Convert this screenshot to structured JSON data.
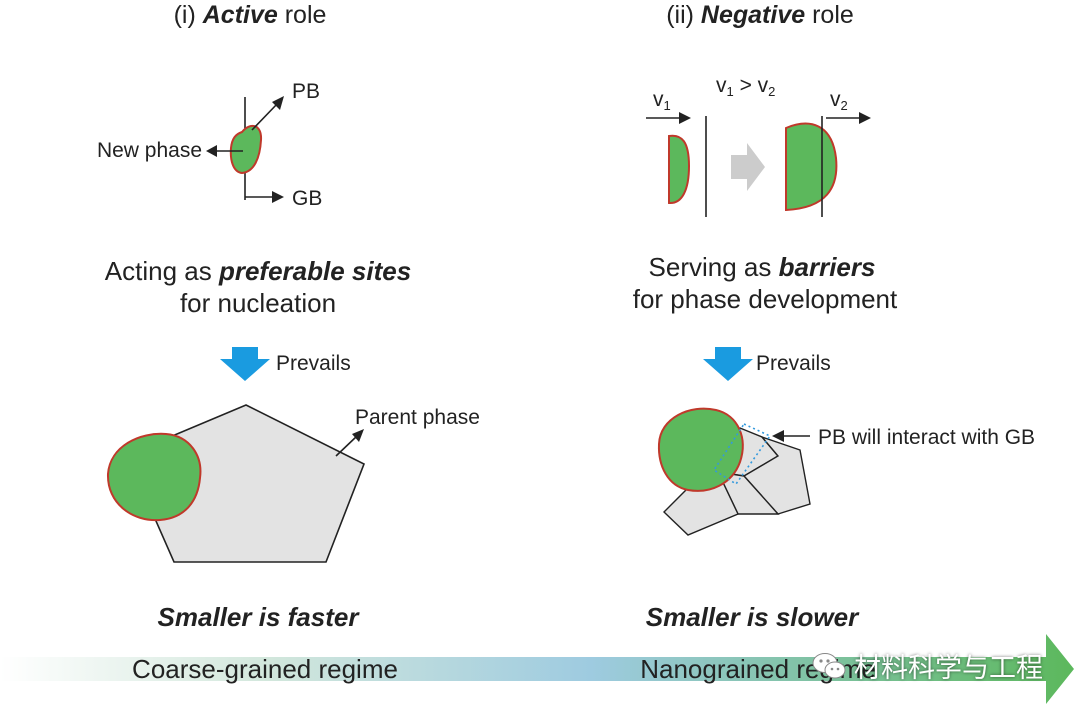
{
  "left_panel": {
    "title_prefix": "(i) ",
    "title_emph": "Active",
    "title_suffix": " role",
    "label_pb": "PB",
    "label_new_phase": "New phase",
    "label_gb": "GB",
    "caption_line1_prefix": "Acting as ",
    "caption_line1_emph": "preferable sites",
    "caption_line2": "for nucleation",
    "prevails": "Prevails",
    "label_parent_phase": "Parent phase",
    "conclusion": "Smaller is faster"
  },
  "right_panel": {
    "title_prefix": "(ii) ",
    "title_emph": "Negative",
    "title_suffix": " role",
    "v_left": "v",
    "v_left_sub": "1",
    "relation_v1": "v",
    "relation_v1_sub": "1",
    "relation_op": " > ",
    "relation_v2": "v",
    "relation_v2_sub": "2",
    "v_right": "v",
    "v_right_sub": "2",
    "caption_line1_prefix": "Serving as ",
    "caption_line1_emph": "barriers",
    "caption_line2": "for phase development",
    "prevails": "Prevails",
    "label_interaction": "PB will interact with GB",
    "conclusion": "Smaller is slower"
  },
  "bottom_bar": {
    "left_label": "Coarse-grained regime",
    "right_label": "Nanograined regime"
  },
  "watermark": {
    "text": "材料科学与工程",
    "icon": "wechat-icon"
  },
  "colors": {
    "phase_fill": "#5cb85c",
    "phase_border": "#c0392b",
    "grain_fill": "#e3e3e3",
    "prevails_arrow": "#1a9be0",
    "gray_arrow": "#cccccc",
    "highlight_box": "#3399dd",
    "bar_start": "#ffffff",
    "bar_mid": "#9ecbe0",
    "bar_end": "#5cb85c"
  }
}
